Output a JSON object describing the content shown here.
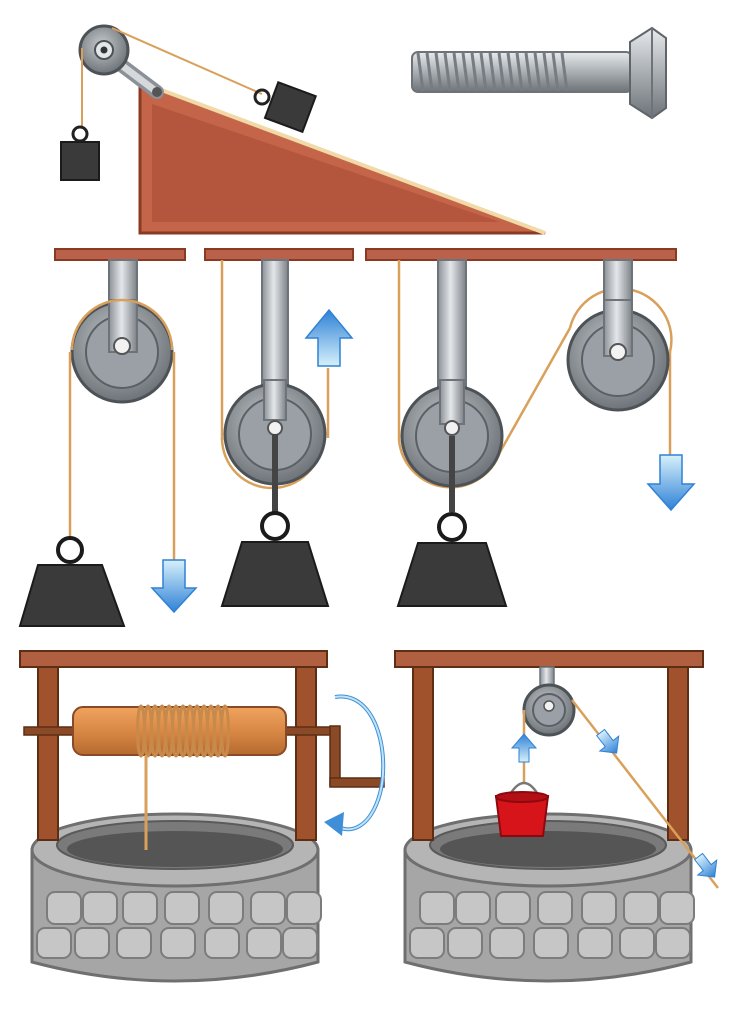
{
  "illustration": {
    "items": [
      {
        "id": "inclined-plane",
        "icon": "inclined-plane-icon"
      },
      {
        "id": "screw",
        "icon": "bolt-icon"
      },
      {
        "id": "fixed-pulley",
        "icon": "pulley-icon"
      },
      {
        "id": "movable-pulley",
        "icon": "pulley-icon"
      },
      {
        "id": "compound-pulley",
        "icon": "pulley-icon"
      },
      {
        "id": "wheel-and-axle-well",
        "icon": "well-winch-icon"
      },
      {
        "id": "pulley-well",
        "icon": "well-pulley-icon"
      }
    ],
    "colors": {
      "wood": "#c4654a",
      "wood_dark": "#8a3a22",
      "beam": "#b9614a",
      "metal": "#b7bcc2",
      "metal_dark": "#6d7378",
      "rope": "#d9a05b",
      "weight": "#3a3a3a",
      "arrow_blue": "#3f8fd8",
      "arrow_light": "#bfe3f7",
      "stone": "#a6a6a6",
      "stone_dark": "#6f6f6f",
      "log": "#d98845",
      "bucket": "#d6141a",
      "post": "#a0522d"
    }
  }
}
